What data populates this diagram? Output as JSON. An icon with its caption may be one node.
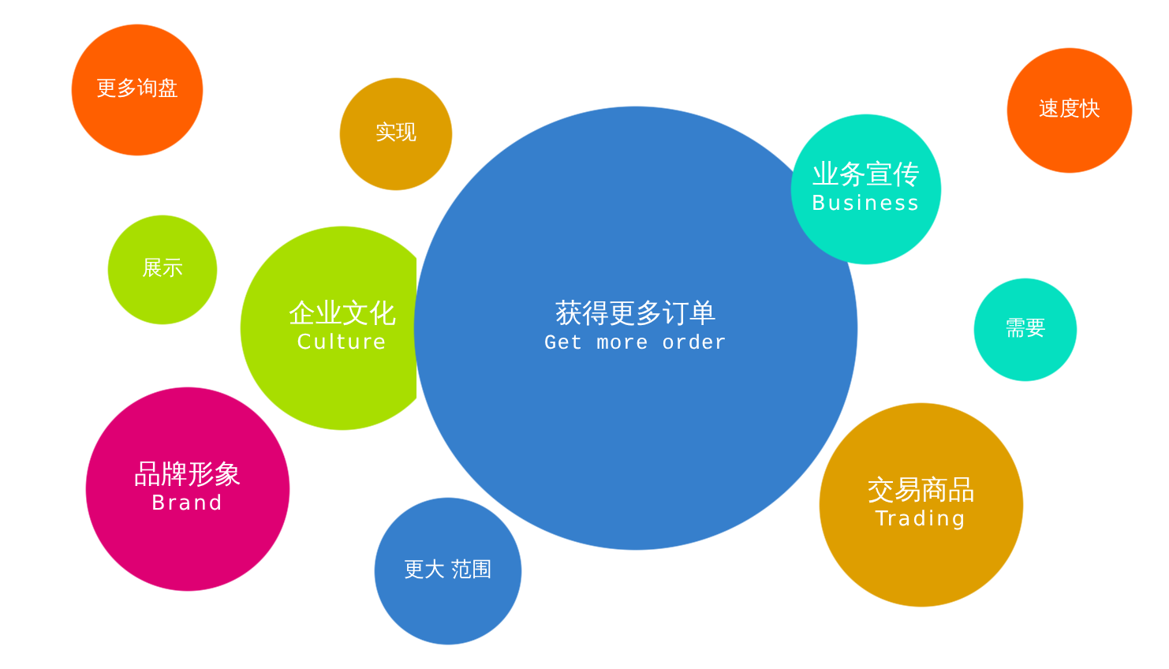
{
  "diagram": {
    "nodes": [
      {
        "text": [
          "更多询盘"
        ]
      },
      {
        "text": [
          "实现"
        ]
      },
      {
        "text": [
          "速度快"
        ]
      },
      {
        "text": [
          "展示"
        ]
      },
      {
        "text": [
          "企业文化",
          "Culture"
        ]
      },
      {
        "text": [
          "获得更多订单",
          "Get more order"
        ]
      },
      {
        "text": [
          "业务宣传",
          "Business"
        ]
      },
      {
        "text": [
          "需要"
        ]
      },
      {
        "text": [
          "品牌形象",
          "Brand"
        ]
      },
      {
        "text": [
          "更大 范围"
        ]
      },
      {
        "text": [
          "交易商品",
          "Trading"
        ]
      }
    ]
  }
}
